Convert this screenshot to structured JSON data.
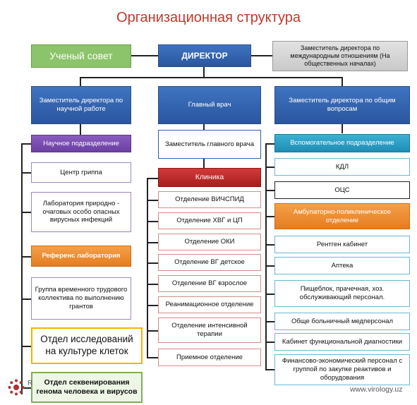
{
  "title": "Организационная структура",
  "director": "ДИРЕКТОР",
  "scientific_council": "Ученый совет",
  "deputy_international": "Заместитель директора по международным отношениям (На общественных началах)",
  "column_left": {
    "head": "Заместитель директора по научной работе",
    "scientific_division": "Научное подразделение",
    "items": [
      "Центр гриппа",
      "Лаборатория природно - очаговых особо опасных вирусных инфекций"
    ],
    "reference_lab": "Референс лаборатория",
    "temp_group": "Группа временного трудового коллектива по выполнению грантов",
    "cell_culture_dept": "Отдел исследований на культуре клеток",
    "sequencing_dept": "Отдел секвенирования генома человека и вирусов"
  },
  "column_middle": {
    "head": "Главный врач",
    "deputy": "Заместитель главного врача",
    "clinic": "Клиника",
    "items": [
      "Отделение ВИЧСПИД",
      "Отделение ХВГ и ЦП",
      "Отделение ОКИ",
      "Отделение ВГ детское",
      "Отделение ВГ взрослое",
      "Реанимационное отделение",
      "Отделение интенсивной терапии",
      "Приемное отделение"
    ]
  },
  "column_right": {
    "head": "Заместитель директора по общим вопросам",
    "auxiliary": "Вспомогательное подразделение",
    "aux_items": [
      "КДЛ",
      "ОЦС"
    ],
    "outpatient": "Амбулаторно-поликлиническое отделение",
    "outpatient_items": [
      "Рентген кабинет",
      "Аптека",
      "Пищеблок, прачечная, хоз. обслуживающий персонал.",
      "Обще больничный медперсонал",
      "Кабинет функциональной диагностики",
      "Финансово-экономический персонал с группой по закупке реактивов и оборудования"
    ]
  },
  "watermark": "www.virology.uz",
  "logo_letter": "R",
  "colors": {
    "title": "#c0392b",
    "blue": "#2f5fae",
    "purple": "#6b3fa3",
    "orange": "#e67c1f",
    "red": "#b22222",
    "teal": "#1f8db4",
    "green_border": "#7fae5a",
    "council_fill": "#8cc46b",
    "yellow": "#f5b400"
  }
}
